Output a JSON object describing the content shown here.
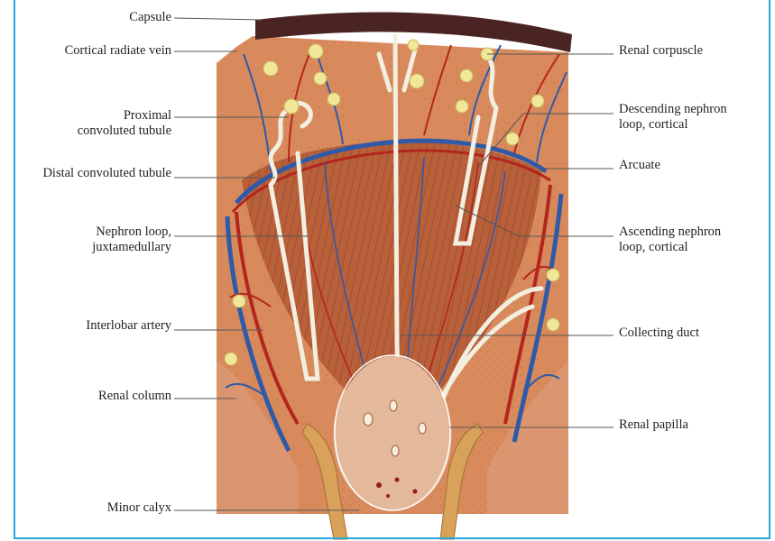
{
  "labels": {
    "capsule": "Capsule",
    "cortical_radiate_vein": "Cortical radiate vein",
    "proximal_convoluted_tubule": "Proximal\nconvoluted tubule",
    "distal_convoluted_tubule": "Distal convoluted tubule",
    "nephron_loop_juxtamedullary": "Nephron loop,\njuxtamedullary",
    "interlobar_artery": "Interlobar artery",
    "renal_column": "Renal column",
    "minor_calyx": "Minor calyx",
    "renal_corpuscle": "Renal corpuscle",
    "descending_nephron_loop_cortical": "Descending nephron\nloop, cortical",
    "arcuate": "Arcuate",
    "ascending_nephron_loop_cortical": "Ascending nephron\nloop, cortical",
    "collecting_duct": "Collecting duct",
    "renal_papilla": "Renal papilla"
  },
  "colors": {
    "frame_border": "#2aa6d8",
    "tissue": "#d98a5c",
    "medulla": "#b8603a",
    "capsule": "#4a2422",
    "artery": "#b3261e",
    "vein": "#2e5aa8",
    "tubule": "#f3efe0",
    "corpuscle": "#f1e79a",
    "calyx": "#d9a25a"
  }
}
